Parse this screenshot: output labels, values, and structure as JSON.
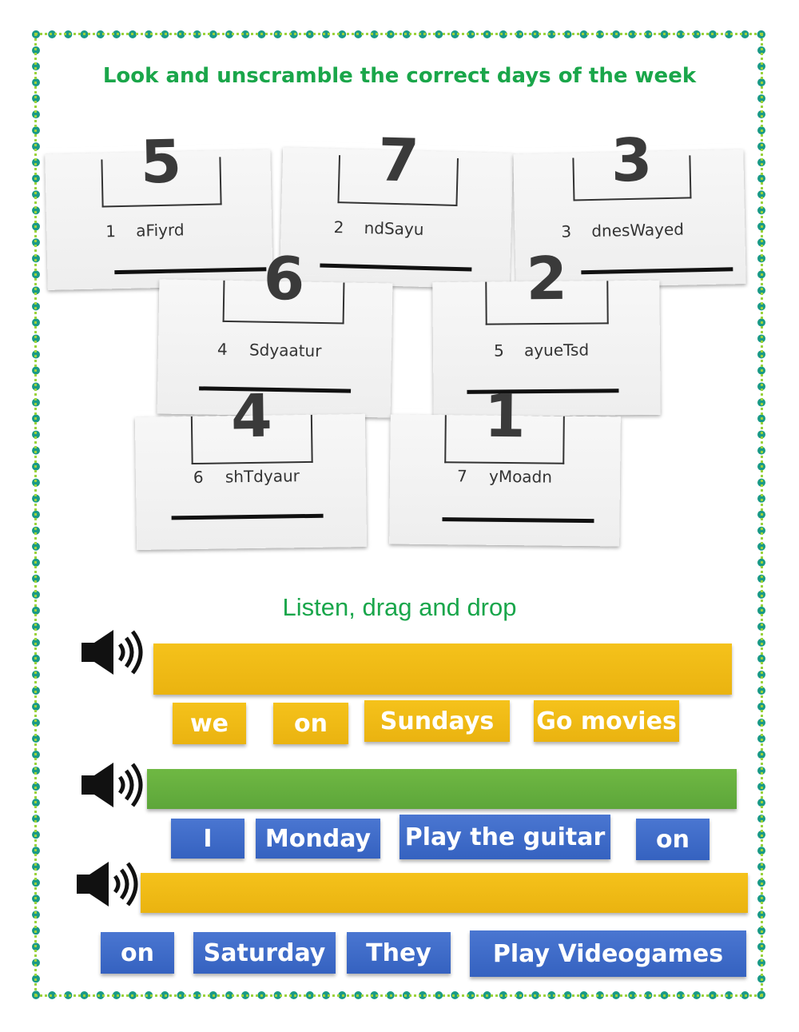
{
  "title": "Look and unscramble the correct days of the week",
  "notes": [
    {
      "digit": "5",
      "number": "1",
      "scrambled": "aFiyrd"
    },
    {
      "digit": "7",
      "number": "2",
      "scrambled": "ndSayu"
    },
    {
      "digit": "3",
      "number": "3",
      "scrambled": "dnesWayed"
    },
    {
      "digit": "6",
      "number": "4",
      "scrambled": "Sdyaatur"
    },
    {
      "digit": "2",
      "number": "5",
      "scrambled": "ayueTsd"
    },
    {
      "digit": "4",
      "number": "6",
      "scrambled": "shTdyaur"
    },
    {
      "digit": "1",
      "number": "7",
      "scrambled": "yMoadn"
    }
  ],
  "subtitle": "Listen, drag and drop",
  "exercises": [
    {
      "drop_color": "#f0b917",
      "tiles": [
        "we",
        "on",
        "Sundays",
        "Go movies"
      ]
    },
    {
      "drop_color": "#66ad3f",
      "tiles": [
        "I",
        "Monday",
        "Play the guitar",
        "on"
      ]
    },
    {
      "drop_color": "#f0b917",
      "tiles": [
        "on",
        "Saturday",
        "They",
        "Play Videogames"
      ]
    }
  ],
  "colors": {
    "title": "#1aa64a",
    "tile_yellow": "#f0b917",
    "tile_blue": "#3e6cc9",
    "bar_green": "#66ad3f"
  },
  "icons": {
    "speaker": "speaker-volume-icon"
  }
}
